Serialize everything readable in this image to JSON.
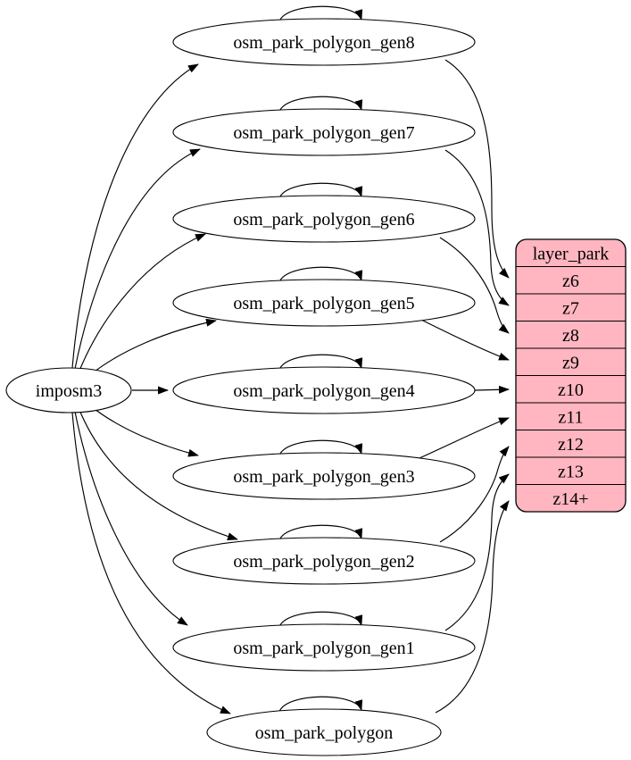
{
  "diagram": {
    "source": "imposm3",
    "tables": [
      "osm_park_polygon_gen8",
      "osm_park_polygon_gen7",
      "osm_park_polygon_gen6",
      "osm_park_polygon_gen5",
      "osm_park_polygon_gen4",
      "osm_park_polygon_gen3",
      "osm_park_polygon_gen2",
      "osm_park_polygon_gen1",
      "osm_park_polygon"
    ],
    "layer": {
      "title": "layer_park",
      "zoom_rows": [
        "z6",
        "z7",
        "z8",
        "z9",
        "z10",
        "z11",
        "z12",
        "z13",
        "z14+"
      ]
    },
    "edges": {
      "imports": [
        {
          "from": "imposm3",
          "to": "osm_park_polygon_gen8"
        },
        {
          "from": "imposm3",
          "to": "osm_park_polygon_gen7"
        },
        {
          "from": "imposm3",
          "to": "osm_park_polygon_gen6"
        },
        {
          "from": "imposm3",
          "to": "osm_park_polygon_gen5"
        },
        {
          "from": "imposm3",
          "to": "osm_park_polygon_gen4"
        },
        {
          "from": "imposm3",
          "to": "osm_park_polygon_gen3"
        },
        {
          "from": "imposm3",
          "to": "osm_park_polygon_gen2"
        },
        {
          "from": "imposm3",
          "to": "osm_park_polygon_gen1"
        },
        {
          "from": "imposm3",
          "to": "osm_park_polygon"
        }
      ],
      "self_loops": [
        "osm_park_polygon_gen8",
        "osm_park_polygon_gen7",
        "osm_park_polygon_gen6",
        "osm_park_polygon_gen5",
        "osm_park_polygon_gen4",
        "osm_park_polygon_gen3",
        "osm_park_polygon_gen2",
        "osm_park_polygon_gen1",
        "osm_park_polygon"
      ],
      "layer_inputs": [
        {
          "from": "osm_park_polygon_gen8",
          "to": "z6"
        },
        {
          "from": "osm_park_polygon_gen7",
          "to": "z7"
        },
        {
          "from": "osm_park_polygon_gen6",
          "to": "z8"
        },
        {
          "from": "osm_park_polygon_gen5",
          "to": "z9"
        },
        {
          "from": "osm_park_polygon_gen4",
          "to": "z10"
        },
        {
          "from": "osm_park_polygon_gen3",
          "to": "z11"
        },
        {
          "from": "osm_park_polygon_gen2",
          "to": "z12"
        },
        {
          "from": "osm_park_polygon_gen1",
          "to": "z13"
        },
        {
          "from": "osm_park_polygon",
          "to": "z14+"
        }
      ]
    },
    "colors": {
      "layer_fill": "#ffb6c1",
      "node_fill": "#ffffff",
      "stroke": "#000000",
      "background": "#ffffff"
    }
  }
}
